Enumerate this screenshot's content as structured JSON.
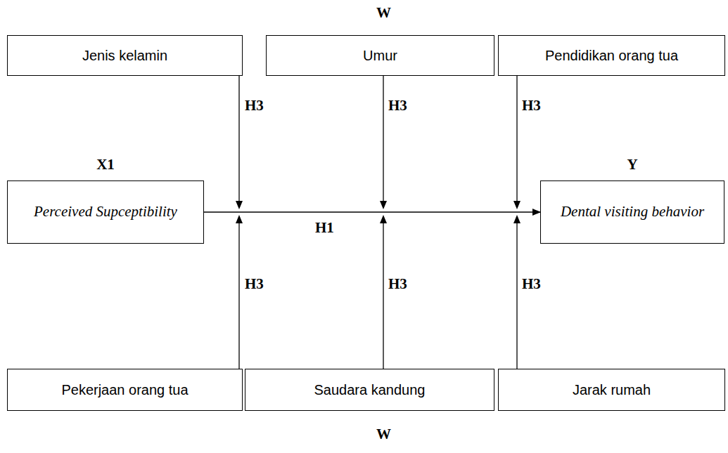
{
  "diagram": {
    "nodes": [
      {
        "text": [
          "Jenis kelamin"
        ]
      },
      {
        "text": [
          "Umur"
        ]
      },
      {
        "text": [
          "Pendidikan orang tua"
        ]
      },
      {
        "text": [
          "X1",
          "Perceived Supceptibility"
        ]
      },
      {
        "text": [
          "Y",
          "Dental visiting behavior"
        ]
      },
      {
        "text": [
          "Pekerjaan orang tua"
        ]
      },
      {
        "text": [
          "Saudara kandung"
        ]
      },
      {
        "text": [
          "Jarak rumah"
        ]
      }
    ],
    "edges": [
      {
        "from": 3,
        "to": 4,
        "arrow": "to",
        "label": "H1"
      }
    ],
    "labels": [
      "W",
      "H3",
      "H3",
      "H3",
      "H3",
      "H3",
      "H3",
      "W"
    ]
  }
}
